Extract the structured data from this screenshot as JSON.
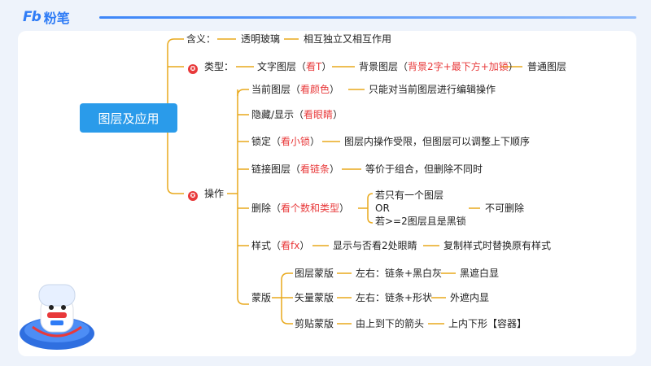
{
  "brand": {
    "logo": "Fb",
    "name": "粉笔"
  },
  "root": "图层及应用",
  "meaning": {
    "label": "含义：",
    "a": "透明玻璃",
    "b": "相互独立又相互作用"
  },
  "types": {
    "label": "类型：",
    "text_layer": "文字图层（",
    "text_layer_hl": "看T",
    "text_layer_end": "）",
    "bg_layer": "背景图层（",
    "bg_layer_hl": "背景2字+最下方+加锁",
    "bg_layer_end": "）",
    "normal": "普通图层"
  },
  "ops": {
    "label": "操作",
    "current": "当前图层（",
    "current_hl": "看颜色",
    "current_end": "）",
    "current_desc": "只能对当前图层进行编辑操作",
    "hide": "隐藏/显示（",
    "hide_hl": "看眼睛",
    "hide_end": "）",
    "lock": "锁定（",
    "lock_hl": "看小锁",
    "lock_end": "）",
    "lock_desc": "图层内操作受限，但图层可以调整上下顺序",
    "link": "链接图层（",
    "link_hl": "看链条",
    "link_end": "）",
    "link_desc": "等价于组合，但删除不同时",
    "delete": "删除（",
    "delete_hl": "看个数和类型",
    "delete_end": "）",
    "delete_c1": "若只有一个图层",
    "delete_or": "OR",
    "delete_c2": "若>=2图层且是黑锁",
    "delete_result": "不可删除",
    "style": "样式（",
    "style_hl": "看fx",
    "style_end": "）",
    "style_desc": "显示与否看2处眼睛",
    "style_desc2": "复制样式时替换原有样式",
    "mask": "蒙版",
    "layer_mask": "图层蒙版",
    "layer_mask_lr": "左右：链条+黑白灰",
    "layer_mask_res": "黑遮白显",
    "vector_mask": "矢量蒙版",
    "vector_mask_lr": "左右：链条+形状",
    "vector_mask_res": "外遮内显",
    "clip_mask": "剪贴蒙版",
    "clip_mask_lr": "由上到下的箭头",
    "clip_mask_res": "上内下形【容器】"
  },
  "colors": {
    "accent": "#e8393a",
    "line": "#e9a91c",
    "root_bg": "#2a9bea",
    "brand": "#2f7cf6"
  },
  "icons": [
    "star-badge-icon",
    "mascot-icon"
  ]
}
